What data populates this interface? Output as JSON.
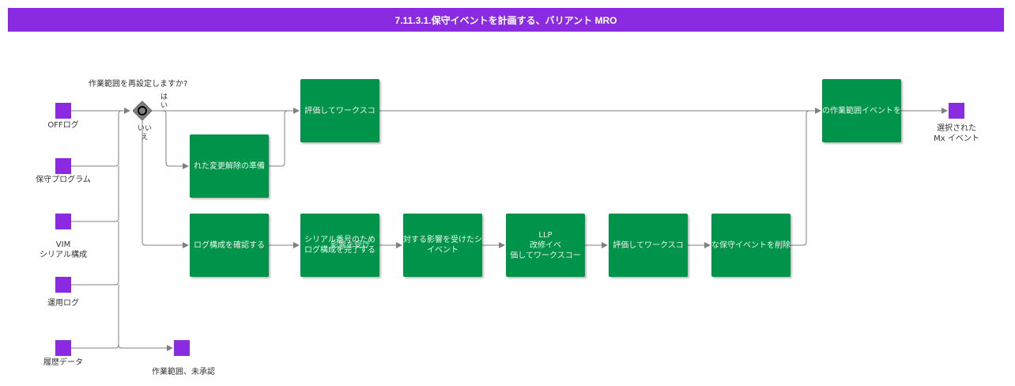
{
  "title": "7.11.3.1.保守イベントを計画する、バリアント MRO",
  "gateway": {
    "question": "作業範囲を再設定しますか?",
    "yes": "は\nい",
    "no": "いい\nえ"
  },
  "inputs": [
    {
      "label": "OFFログ"
    },
    {
      "label": "保守プログラム"
    },
    {
      "label": "VIM\nシリアル構成"
    },
    {
      "label": "運用ログ"
    },
    {
      "label": "履歴データ"
    }
  ],
  "outputs": {
    "unapproved": "作業範囲、未承認",
    "selected": "選択された\nMx イベント"
  },
  "boxes": {
    "top_eval": "評価してワークスコ",
    "prep": "れた変更解除の準備",
    "final_scope": "の作業範囲イベントを",
    "log_check": "ログ構成を確認する",
    "serial": "シリアル番号のため\nログ構成を完了する",
    "serial_overlay": "影響を受け",
    "impact": "対する影響を受けたシ\nイベント",
    "llp": "LLP\n改修イベ\n価してワークスコー",
    "eval2": "評価してワークスコ",
    "delete": "な保守イベントを削除"
  },
  "colors": {
    "title_bg": "#8a2be2",
    "task": "#00944a",
    "port": "#8a2be2",
    "connector": "#808080"
  }
}
